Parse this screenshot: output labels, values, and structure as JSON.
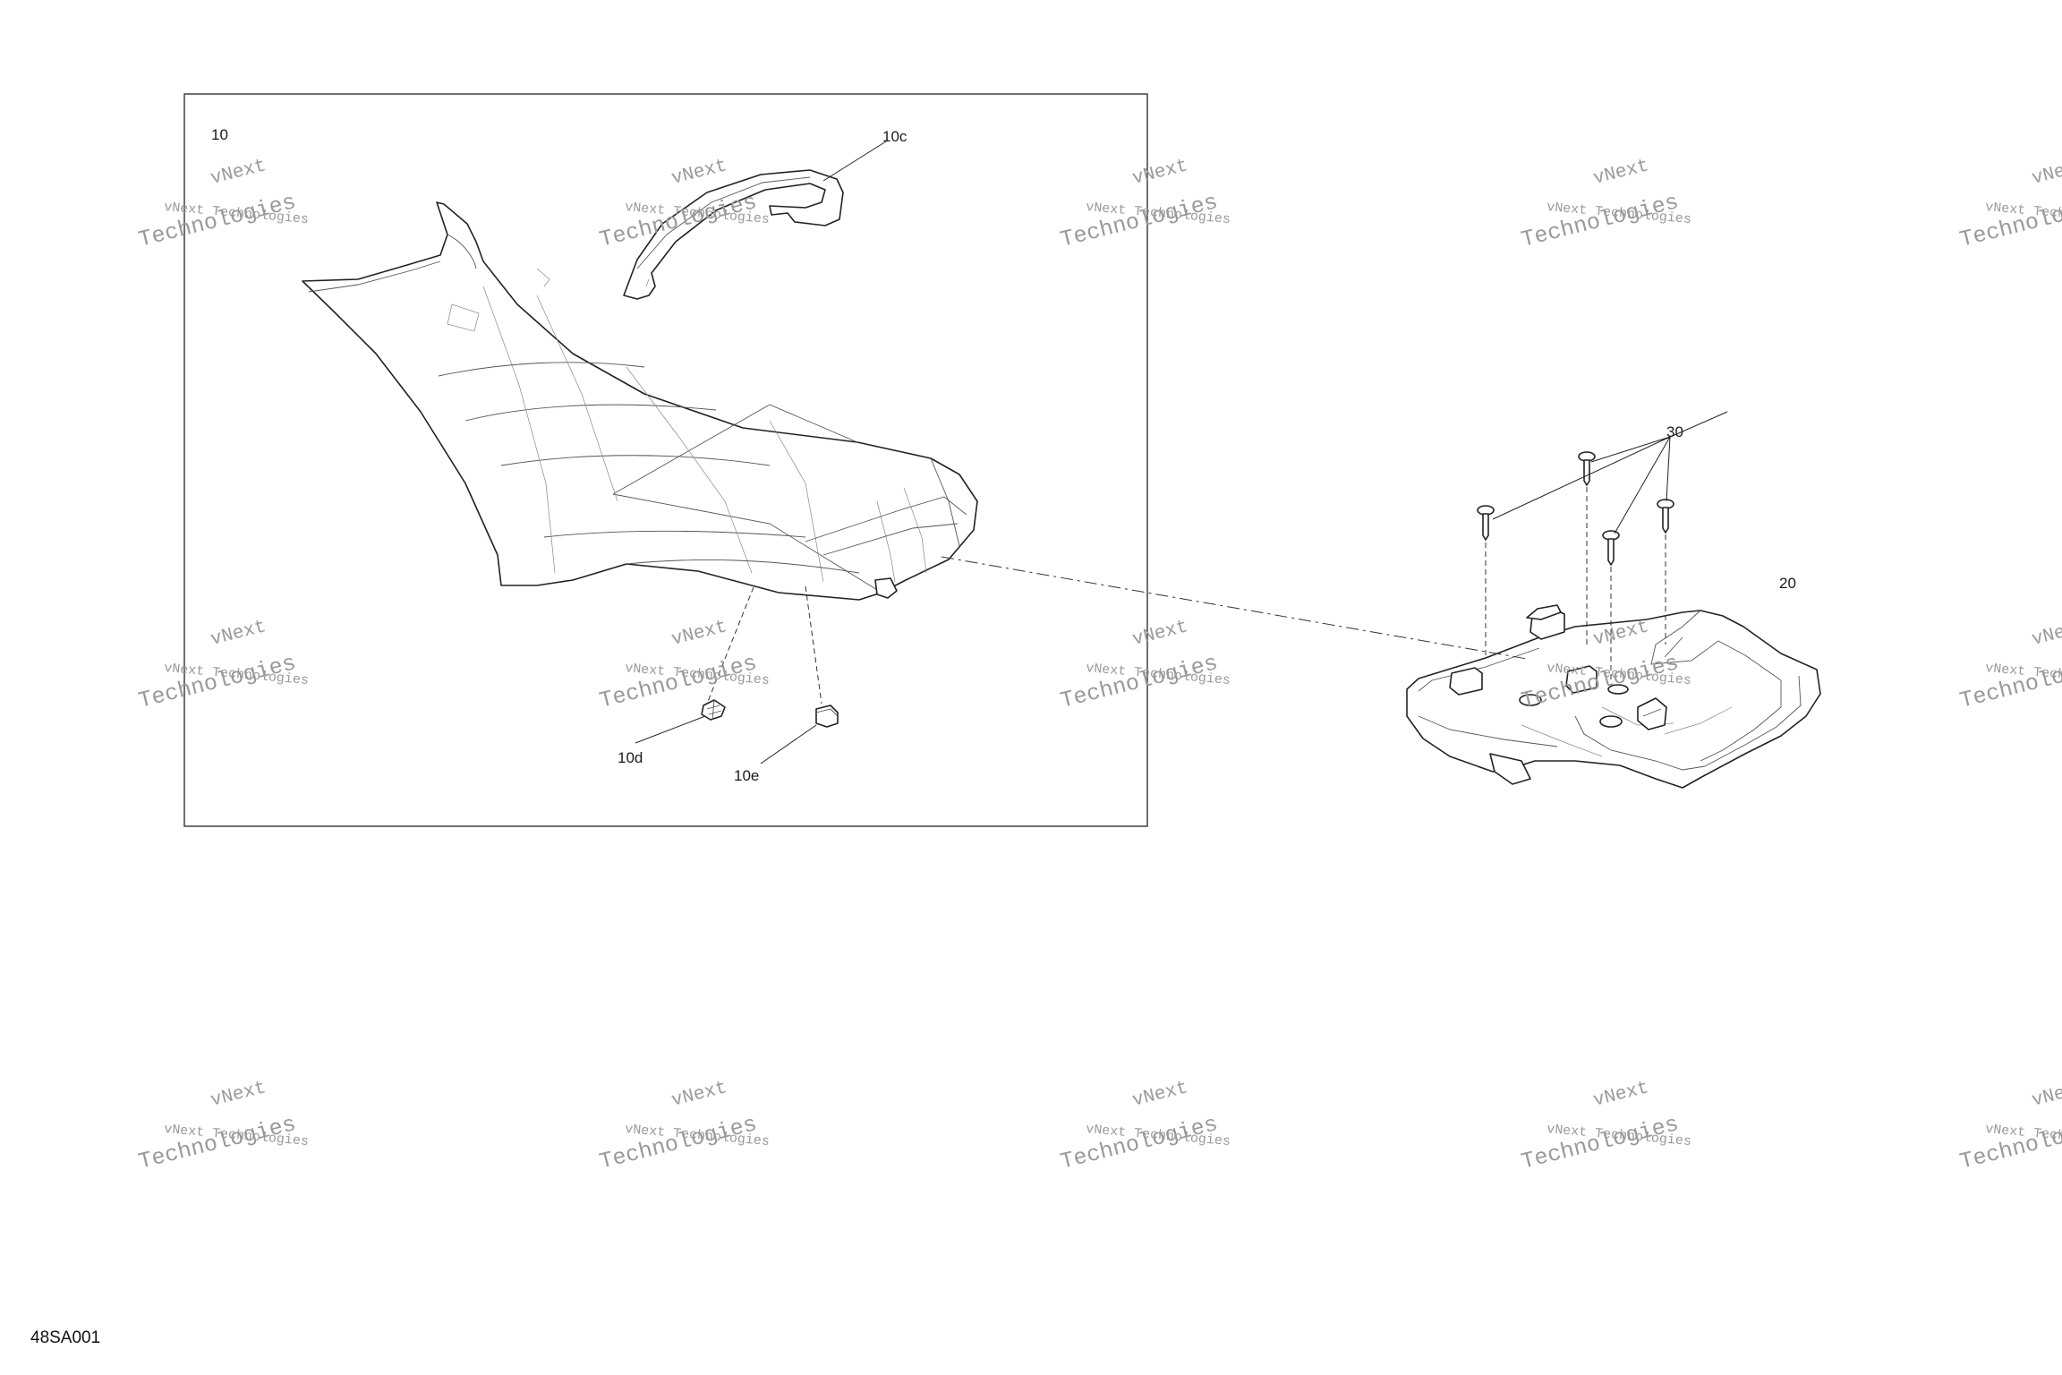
{
  "diagram": {
    "sheet_code": "48SA001",
    "box_label": "10",
    "callouts": {
      "c10c": "10c",
      "c10d": "10d",
      "c10e": "10e",
      "c20": "20",
      "c30": "30"
    },
    "watermark": {
      "line1": "vNext Technologies",
      "line2": "vNext",
      "line3": "Technologies"
    }
  }
}
